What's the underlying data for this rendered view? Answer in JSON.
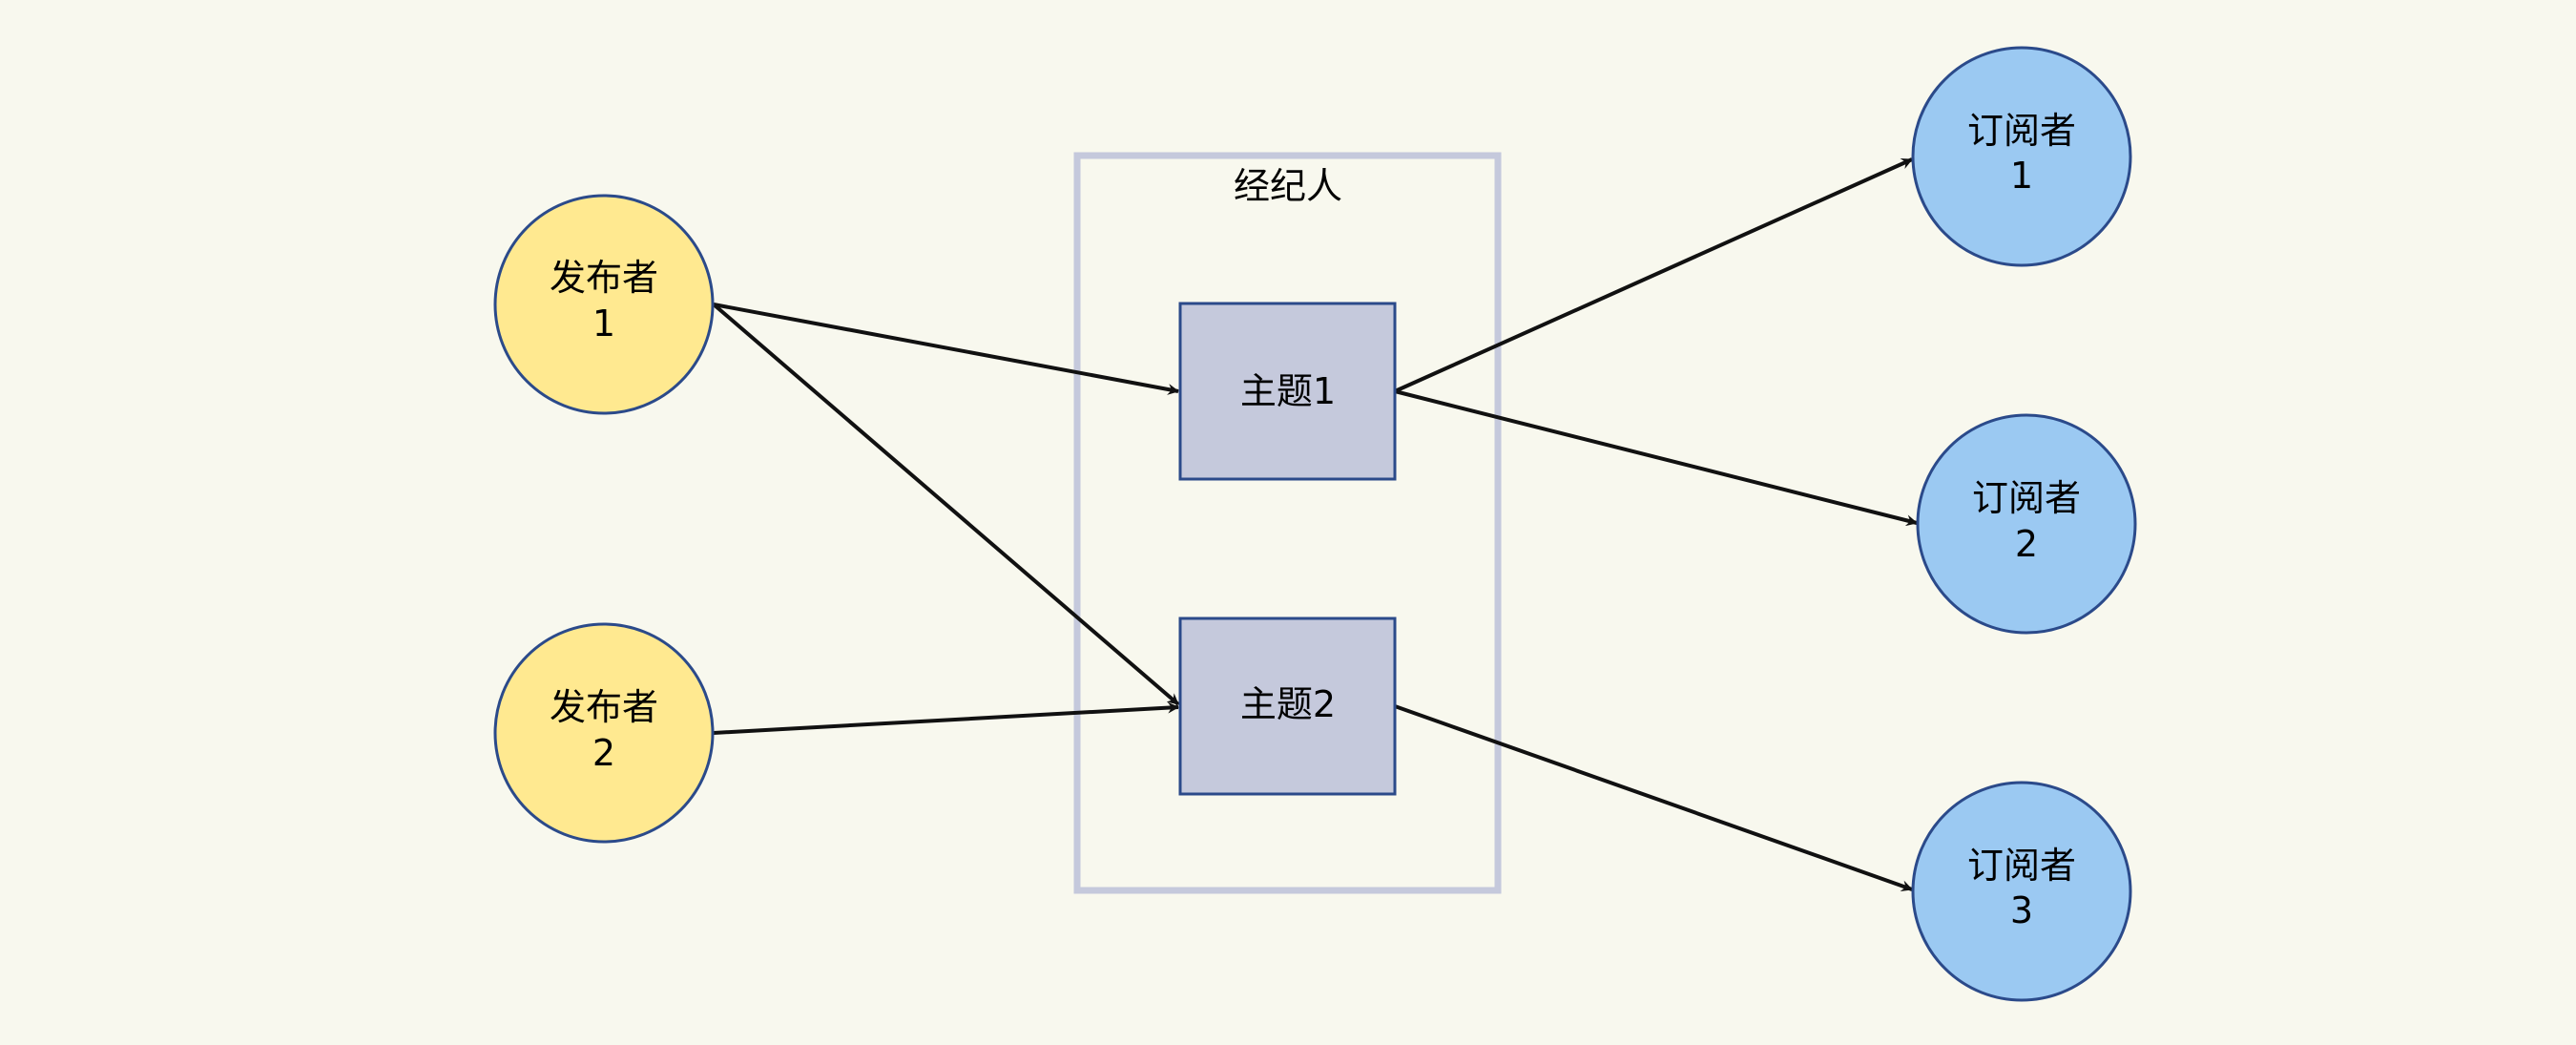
{
  "broker": {
    "label": "经纪人"
  },
  "publishers": [
    {
      "id": "pub1",
      "line1": "发布者",
      "line2": "1"
    },
    {
      "id": "pub2",
      "line1": "发布者",
      "line2": "2"
    }
  ],
  "topics": [
    {
      "id": "topic1",
      "label": "主题1"
    },
    {
      "id": "topic2",
      "label": "主题2"
    }
  ],
  "subscribers": [
    {
      "id": "sub1",
      "line1": "订阅者",
      "line2": "1"
    },
    {
      "id": "sub2",
      "line1": "订阅者",
      "line2": "2"
    },
    {
      "id": "sub3",
      "line1": "订阅者",
      "line2": "3"
    }
  ],
  "edges": [
    {
      "from": "pub1",
      "to": "topic1"
    },
    {
      "from": "pub1",
      "to": "topic2"
    },
    {
      "from": "pub2",
      "to": "topic2"
    },
    {
      "from": "topic1",
      "to": "sub1"
    },
    {
      "from": "topic1",
      "to": "sub2"
    },
    {
      "from": "topic2",
      "to": "sub3"
    }
  ],
  "colors": {
    "background": "#f8f8ee",
    "publisher_fill": "#ffe990",
    "subscriber_fill": "#9bc9f2",
    "topic_fill": "#c5c9dc",
    "node_stroke": "#2b4a8a",
    "broker_stroke": "#c5c9dc",
    "edge": "#111111"
  }
}
